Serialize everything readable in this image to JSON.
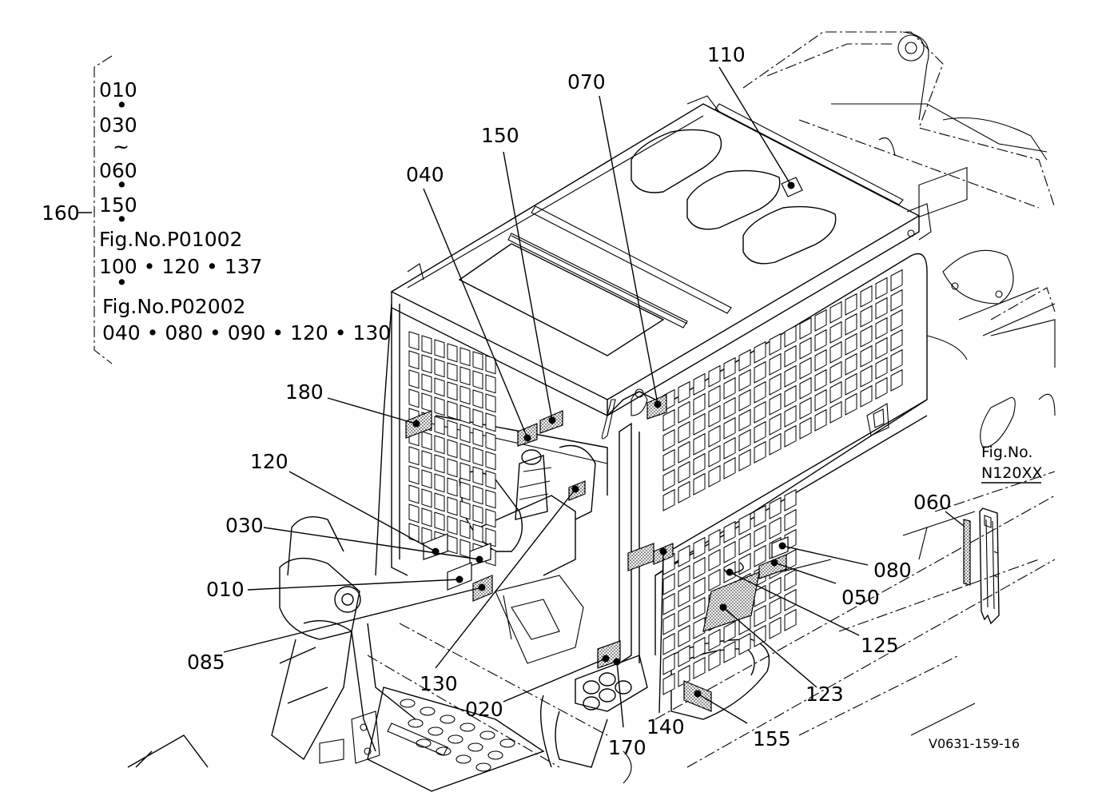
{
  "legend": {
    "group_label": "160",
    "lines": [
      "010",
      "•",
      "030",
      "~",
      "060",
      "•",
      "150",
      "•",
      "Fig.No.P01002",
      "100 • 120 • 137",
      "•",
      "Fig.No.P02002",
      "040 • 080 • 090 • 120 • 130"
    ]
  },
  "callouts": {
    "c110": "110",
    "c070": "070",
    "c150": "150",
    "c040": "040",
    "c180": "180",
    "c120": "120",
    "c030": "030",
    "c010": "010",
    "c085": "085",
    "c130": "130",
    "c020": "020",
    "c170": "170",
    "c140": "140",
    "c155": "155",
    "c123": "123",
    "c125": "125",
    "c050": "050",
    "c080": "080",
    "c060": "060"
  },
  "inset": {
    "fig_label": "Fig.No.",
    "fig_number": "N120XX"
  },
  "drawing_code": "V0631-159-16"
}
